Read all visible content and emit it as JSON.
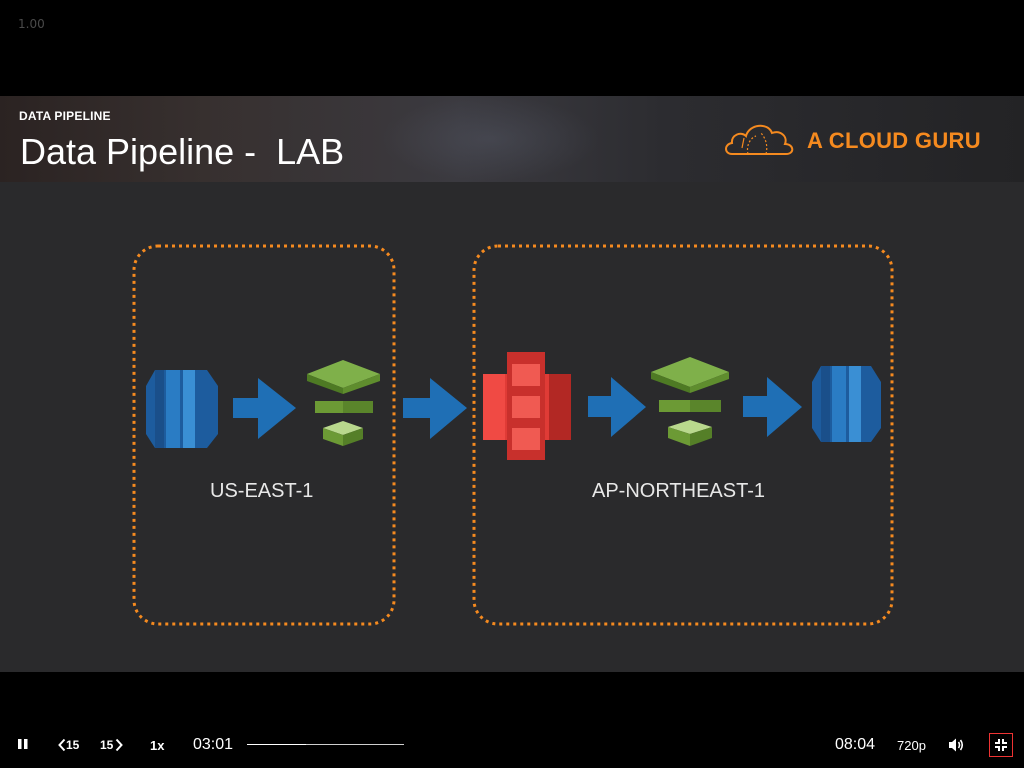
{
  "top": {
    "zoom": "1.00"
  },
  "slide": {
    "section": "DATA PIPELINE",
    "title": "Data Pipeline -  LAB",
    "brand": "A CLOUD GURU",
    "regions": [
      {
        "label": "US-EAST-1"
      },
      {
        "label": "AP-NORTHEAST-1"
      }
    ],
    "colors": {
      "orange": "#f58a1f",
      "blue": "#1f6fb5",
      "green": "#6c9a35",
      "red": "#e03b36"
    }
  },
  "player": {
    "skip_back": "15",
    "skip_forward": "15",
    "speed": "1x",
    "current_time": "03:01",
    "duration": "08:04",
    "quality": "720p",
    "progress": 0.374
  }
}
